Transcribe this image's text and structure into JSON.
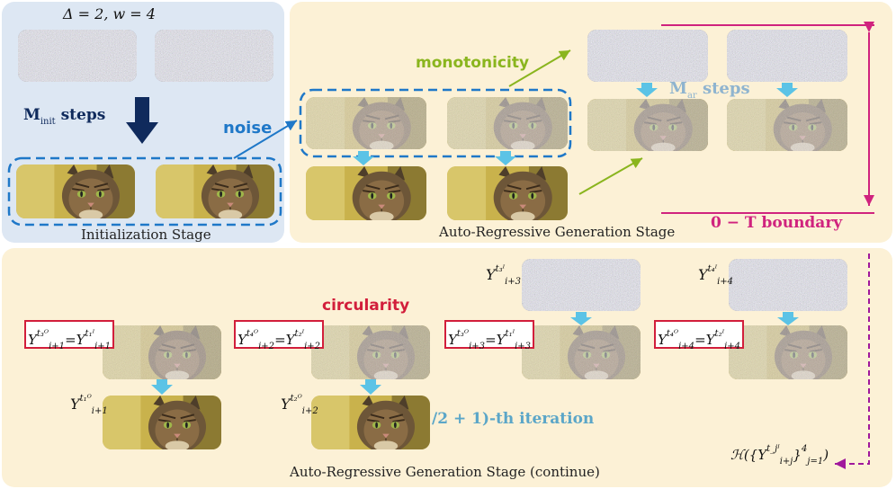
{
  "colors": {
    "init_bg": "#dde7f3",
    "ar_bg": "#fcf1d6",
    "dashed_blue": "#1f78c8",
    "navy": "#0f2a5c",
    "light_arrow": "#5bc3e6",
    "green": "#8ab51e",
    "magenta": "#d0237e",
    "red": "#d21e3b",
    "purple": "#a0189c"
  },
  "init": {
    "params": "Δ = 2,    w = 4",
    "steps_symbol": "M",
    "steps_sub": "init",
    "steps_word": "steps",
    "noise_label": "noise",
    "stage_label": "Initialization Stage"
  },
  "ar": {
    "monotonicity": "monotonicity",
    "steps_symbol": "M",
    "steps_sub": "ar",
    "steps_word": "steps",
    "boundary": "0 − T boundary",
    "stage_label": "Auto-Regressive Generation Stage"
  },
  "cont": {
    "circularity": "circularity",
    "iteration": "/2 + 1)-th iteration",
    "stage_label": "Auto-Regressive Generation Stage (continue)",
    "input3": {
      "base": "Y",
      "sup": "t₃ᴵ",
      "sub": "i+3"
    },
    "input4": {
      "base": "Y",
      "sup": "t₄ᴵ",
      "sub": "i+4"
    },
    "out1": {
      "base": "Y",
      "sup": "t₁ᴼ",
      "sub": "i+1"
    },
    "out2": {
      "base": "Y",
      "sup": "t₂ᴼ",
      "sub": "i+2"
    },
    "boxes": [
      {
        "lhs_sup": "t₃ᴼ",
        "lhs_sub": "i+1",
        "rhs_sup": "t₁ᴵ",
        "rhs_sub": "i+1"
      },
      {
        "lhs_sup": "t₄ᴼ",
        "lhs_sub": "i+2",
        "rhs_sup": "t₂ᴵ",
        "rhs_sub": "i+2"
      },
      {
        "lhs_sup": "t₃ᴼ",
        "lhs_sub": "i+3",
        "rhs_sup": "t₁ᴵ",
        "rhs_sub": "i+3"
      },
      {
        "lhs_sup": "t₄ᴼ",
        "lhs_sub": "i+4",
        "rhs_sup": "t₂ᴵ",
        "rhs_sub": "i+4"
      }
    ],
    "h_formula": {
      "prefix": "ℋ({Y",
      "sup": "t_jᴵ",
      "sub": "i+j",
      "suffix": "}",
      "range_sup": "4",
      "range_sub": "j=1",
      "close": ")"
    }
  }
}
